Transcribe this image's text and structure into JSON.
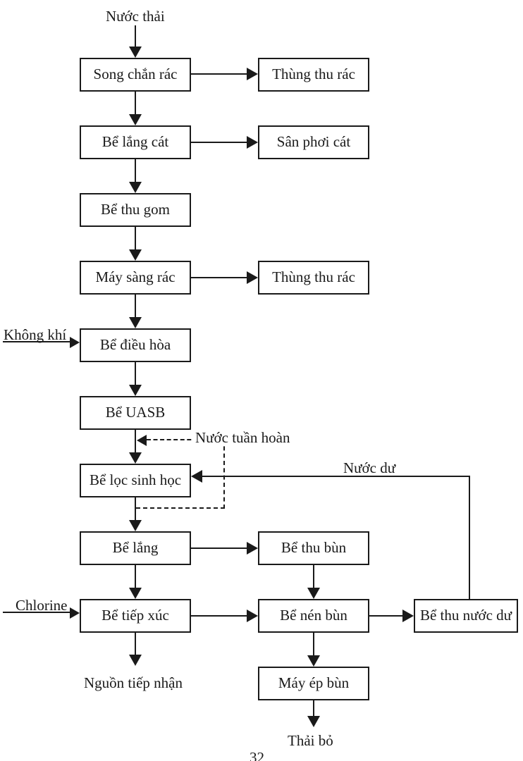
{
  "diagram": {
    "nodes": {
      "song_chan_rac": "Song chắn rác",
      "thung_thu_rac_1": "Thùng thu rác",
      "be_lang_cat": "Bể lắng cát",
      "san_phoi_cat": "Sân phơi cát",
      "be_thu_gom": "Bể thu gom",
      "may_sang_rac": "Máy sàng rác",
      "thung_thu_rac_2": "Thùng thu rác",
      "be_dieu_hoa": "Bể điều hòa",
      "be_uasb": "Bể UASB",
      "be_loc_sinh_hoc": "Bể lọc sinh học",
      "be_lang": "Bể lắng",
      "be_thu_bun": "Bể thu bùn",
      "be_tiep_xuc": "Bể tiếp xúc",
      "be_nen_bun": "Bể nén bùn",
      "be_thu_nuoc_du": "Bể thu nước dư",
      "may_ep_bun": "Máy ép bùn"
    },
    "flow_labels": {
      "nuoc_thai": "Nước thải",
      "khong_khi": "Không khí",
      "nuoc_tuan_hoan": "Nước tuần hoàn",
      "nuoc_du": "Nước dư",
      "chlorine": "Chlorine",
      "nguon_tiep_nhan": "Nguồn tiếp nhận",
      "thai_bo": "Thải bỏ"
    },
    "page_number": "32",
    "colors": {
      "line": "#1a1a1a",
      "background": "#ffffff",
      "text": "#1a1a1a"
    }
  }
}
